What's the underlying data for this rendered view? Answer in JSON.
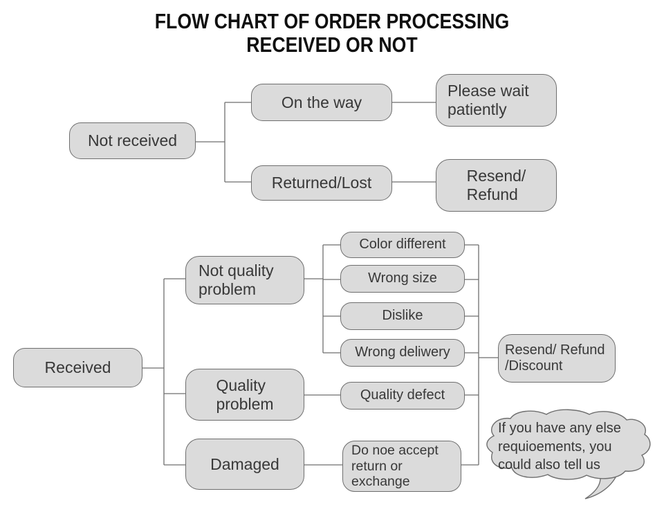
{
  "title": {
    "line1": "FLOW CHART OF ORDER PROCESSING",
    "line2": "RECEIVED OR NOT"
  },
  "colors": {
    "node_fill": "#dbdbdb",
    "node_border": "#6e6e6e",
    "connector": "#6e6e6e",
    "text": "#383838",
    "title_text": "#0f0f0f",
    "background": "#ffffff"
  },
  "nodes": {
    "not_received": {
      "label": "Not received"
    },
    "on_the_way": {
      "label": "On the way"
    },
    "please_wait": {
      "lines": [
        "Please wait",
        "patiently"
      ]
    },
    "returned_lost": {
      "label": "Returned/Lost"
    },
    "resend_refund": {
      "lines": [
        "Resend/",
        "Refund"
      ]
    },
    "received": {
      "label": "Received"
    },
    "not_quality_problem": {
      "lines": [
        "Not quality",
        "problem"
      ]
    },
    "quality_problem": {
      "lines": [
        "Quality",
        "problem"
      ]
    },
    "damaged": {
      "label": "Damaged"
    },
    "color_different": {
      "label": "Color different"
    },
    "wrong_size": {
      "label": "Wrong size"
    },
    "dislike": {
      "label": "Dislike"
    },
    "wrong_deliwery": {
      "label": "Wrong deliwery"
    },
    "quality_defect": {
      "label": "Quality defect"
    },
    "do_not_accept": {
      "lines": [
        "Do noe accept",
        "return or",
        "exchange"
      ]
    },
    "resend_refund_discount": {
      "lines": [
        "Resend/ Refund",
        "/Discount"
      ]
    },
    "speech_bubble": {
      "lines": [
        "If you have any else",
        "requioements, you",
        "could also tell us"
      ]
    }
  }
}
